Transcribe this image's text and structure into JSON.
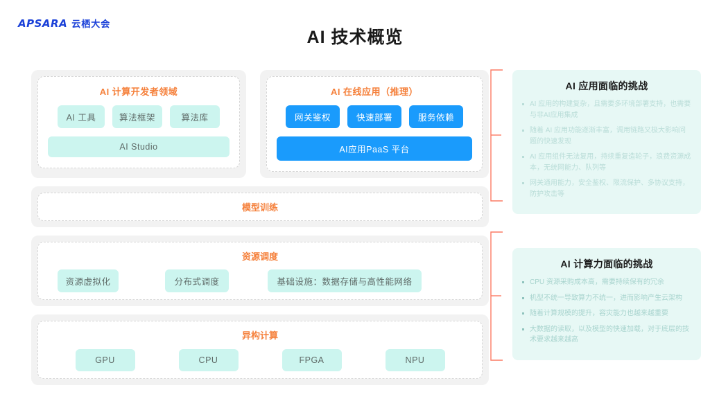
{
  "brand": {
    "mark": "APSARA",
    "cn": "云栖大会",
    "color": "#1a40d8"
  },
  "header": {
    "title": "AI 技术概览"
  },
  "colors": {
    "accent_orange": "#f5803b",
    "chip_teal_bg": "#ccf5ef",
    "chip_blue_bg": "#1a9bfc",
    "panel_bg": "#e7f8f5",
    "bracket": "#fc7a63"
  },
  "diagram": {
    "groups": [
      {
        "id": "dev-domain",
        "title": "AI 计算开发者领域",
        "chips": [
          {
            "label": "AI 工具",
            "style": "teal"
          },
          {
            "label": "算法框架",
            "style": "teal"
          },
          {
            "label": "算法库",
            "style": "teal"
          }
        ],
        "wide_chip": {
          "label": "AI Studio",
          "style": "teal"
        }
      },
      {
        "id": "online-app",
        "title": "AI 在线应用（推理）",
        "chips": [
          {
            "label": "网关鉴权",
            "style": "blue"
          },
          {
            "label": "快速部署",
            "style": "blue"
          },
          {
            "label": "服务依赖",
            "style": "blue"
          }
        ],
        "wide_chip": {
          "label": "AI应用PaaS 平台",
          "style": "blue"
        }
      }
    ],
    "training_band": {
      "title": "模型训练"
    },
    "scheduling": {
      "title": "资源调度",
      "chips": [
        {
          "label": "资源虚拟化",
          "style": "teal"
        },
        {
          "label": "分布式调度",
          "style": "teal"
        },
        {
          "label": "基础设施：数据存储与高性能网络",
          "style": "teal"
        }
      ]
    },
    "hetero": {
      "title": "异构计算",
      "chips": [
        {
          "label": "GPU",
          "style": "teal"
        },
        {
          "label": "CPU",
          "style": "teal"
        },
        {
          "label": "FPGA",
          "style": "teal"
        },
        {
          "label": "NPU",
          "style": "teal"
        }
      ]
    }
  },
  "panels": [
    {
      "id": "app-challenges",
      "title": "AI 应用面临的挑战",
      "items": [
        "AI 应用的构建复杂，且需要多环境部署支持，也需要与非AI应用集成",
        "随着 AI 应用功能逐渐丰富，调用链路又极大影响问题的快速发现",
        "AI 应用组件无法复用，持续重复造轮子，浪费资源成本，无统网能力、队列等",
        "网关通用能力，安全鉴权、限流保护、多协议支持，防护攻击等"
      ]
    },
    {
      "id": "compute-challenges",
      "title": "AI 计算力面临的挑战",
      "items": [
        "CPU 资源采购成本高，需要持续保有的冗余",
        "机型不统一导致算力不统一，进而影响产生云架构",
        "随着计算规模的提升，容灾能力也越来越重要",
        "大数据的读取，以及模型的快速加载，对于底层的技术要求越来越高"
      ]
    }
  ]
}
